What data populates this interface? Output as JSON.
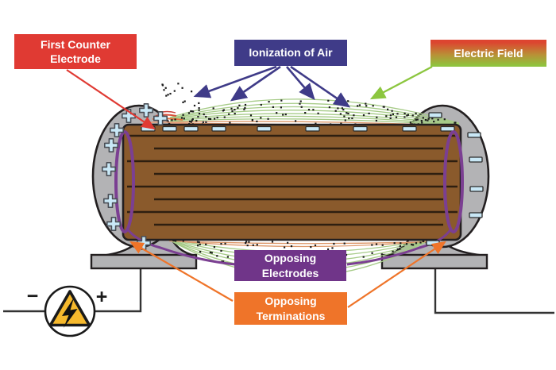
{
  "labels": {
    "first_counter_electrode": {
      "line1": "First Counter",
      "line2": "Electrode"
    },
    "ionization_of_air": {
      "text": "Ionization of Air"
    },
    "electric_field": {
      "text": "Electric Field"
    },
    "opposing_electrodes": {
      "line1": "Opposing",
      "line2": "Electrodes"
    },
    "opposing_terminations": {
      "line1": "Opposing",
      "line2": "Terminations"
    }
  },
  "voltage_source": {
    "minus": "−",
    "plus": "+",
    "icon": "high-voltage-warning-triangle"
  },
  "colors": {
    "label_red": "#e03a33",
    "label_navy": "#3f3b88",
    "label_purple": "#703589",
    "label_orange": "#ef7429",
    "electric_field_gradient_top": "#dd4530",
    "electric_field_gradient_bottom": "#8fc33e",
    "capacitor_winding_brown": "#8a5a2c",
    "end_cap_gray": "#b3b3b5",
    "charge_mark_blue": "#c9e8f6",
    "field_line_green": "#a6cb87",
    "field_line_orange": "#dc9668",
    "electrode_ring_purple": "#7b3f92",
    "arrow_navy": "#3f3b88",
    "arrow_green": "#8cc63f",
    "arrow_red": "#e03a33",
    "arrow_orange": "#ef7429",
    "warning_triangle_yellow": "#f6b92d",
    "ionization_dot_black": "#1c1c1c"
  }
}
